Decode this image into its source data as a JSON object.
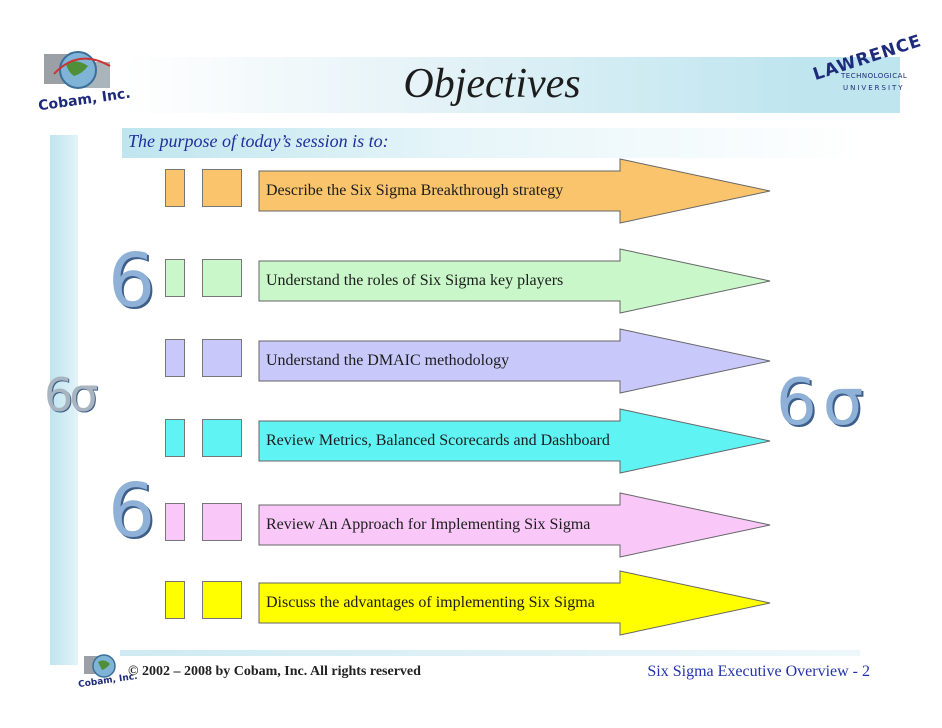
{
  "slide": {
    "title": "Objectives",
    "subtitle": "The purpose of today’s session is to:"
  },
  "logos": {
    "company": "Cobam, Inc.",
    "university_top": "LAWRENCE",
    "university_mid": "TECHNOLOGICAL",
    "university_bottom": "UNIVERSITY",
    "footer_company": "Cobam, Inc."
  },
  "decor": {
    "six_1": "6",
    "six_sigma_small": "6σ",
    "six_2": "6",
    "six_sigma_large": "6σ"
  },
  "objectives": [
    {
      "text": "Describe the Six Sigma Breakthrough strategy",
      "color": "#f9c46b"
    },
    {
      "text": "Understand the roles of Six Sigma key players",
      "color": "#c9f7c9"
    },
    {
      "text": "Understand the DMAIC methodology",
      "color": "#c8c8fb"
    },
    {
      "text": "Review Metrics, Balanced Scorecards and Dashboard",
      "color": "#5ff3f3"
    },
    {
      "text": "Review An Approach for Implementing Six Sigma",
      "color": "#f9c8f9"
    },
    {
      "text": "Discuss the advantages of implementing Six Sigma",
      "color": "#ffff00"
    }
  ],
  "footer": {
    "copyright": "© 2002 – 2008 by Cobam, Inc. All rights reserved",
    "page_label": "Six Sigma Executive Overview - 2"
  }
}
